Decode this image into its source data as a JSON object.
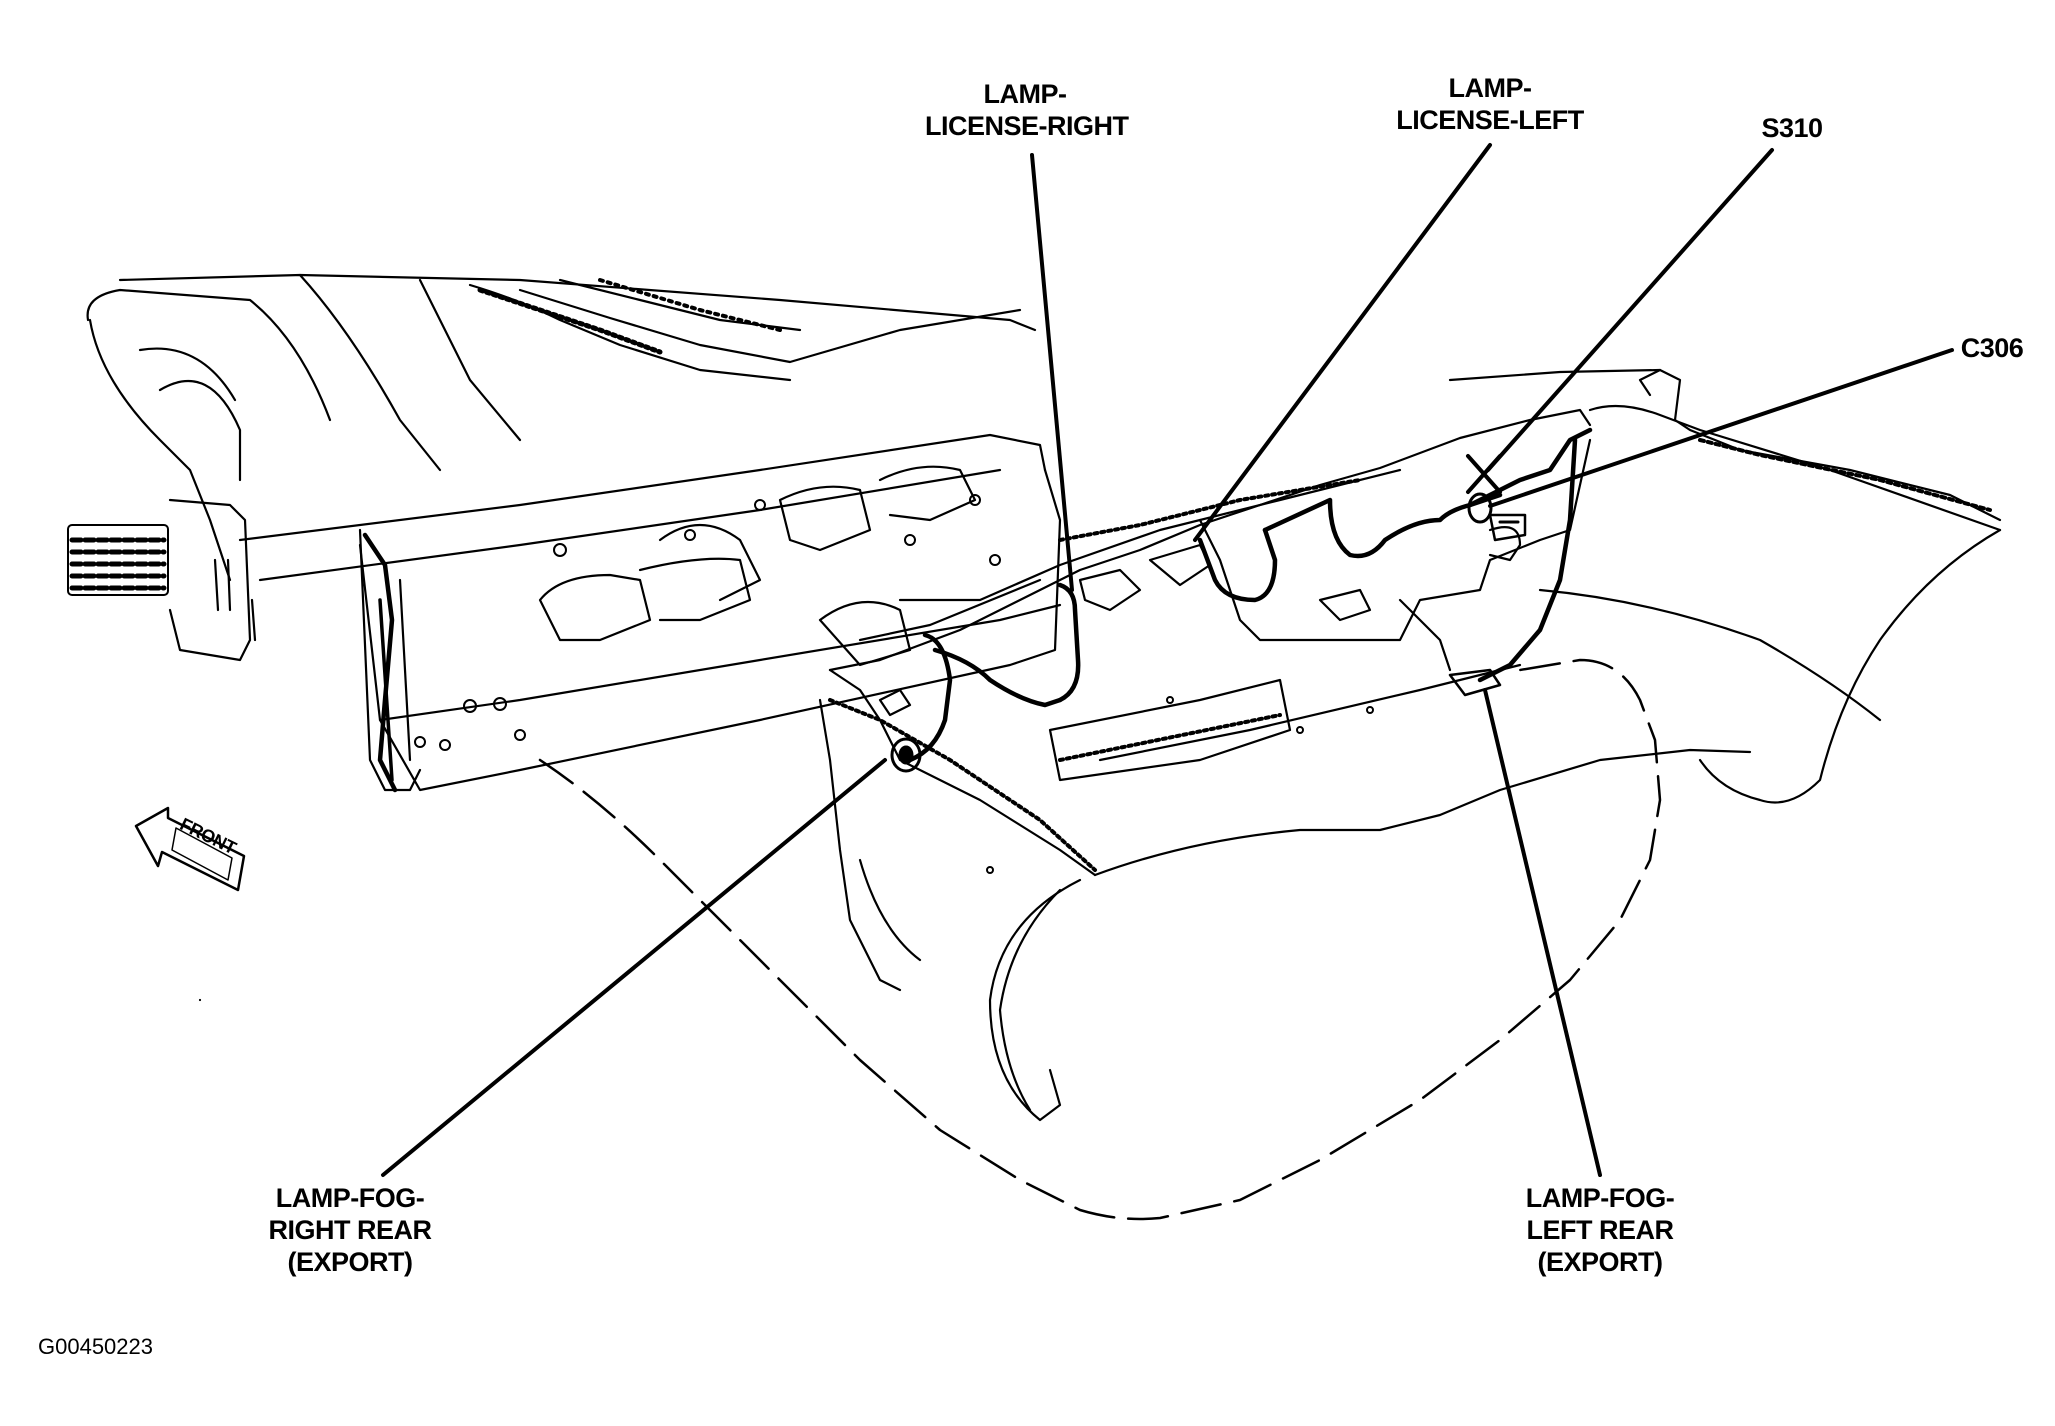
{
  "diagram": {
    "labels": {
      "license_right": [
        "LAMP-",
        "LICENSE-RIGHT"
      ],
      "license_left": [
        "LAMP-",
        "LICENSE-LEFT"
      ],
      "splice": "S310",
      "connector": "C306",
      "fog_right": [
        "LAMP-FOG-",
        "RIGHT REAR",
        "(EXPORT)"
      ],
      "fog_left": [
        "LAMP-FOG-",
        "LEFT REAR",
        "(EXPORT)"
      ]
    },
    "front_arrow": "FRONT",
    "figure_id": "G00450223",
    "colors": {
      "ink": "#000000",
      "paper": "#ffffff"
    }
  }
}
